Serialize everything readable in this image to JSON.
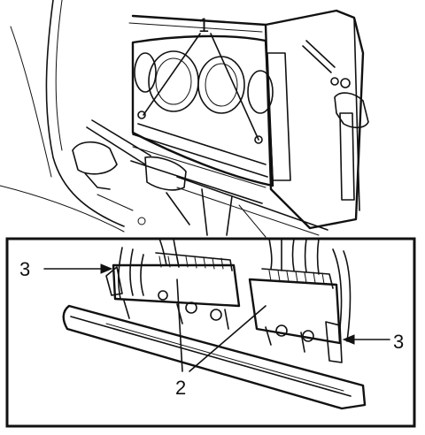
{
  "labels": {
    "top_callout": "1",
    "bottom_center_callout": "2",
    "bottom_left_callout": "3",
    "bottom_right_callout": "3"
  },
  "colors": {
    "ink": "#111111",
    "paper": "#ffffff"
  }
}
